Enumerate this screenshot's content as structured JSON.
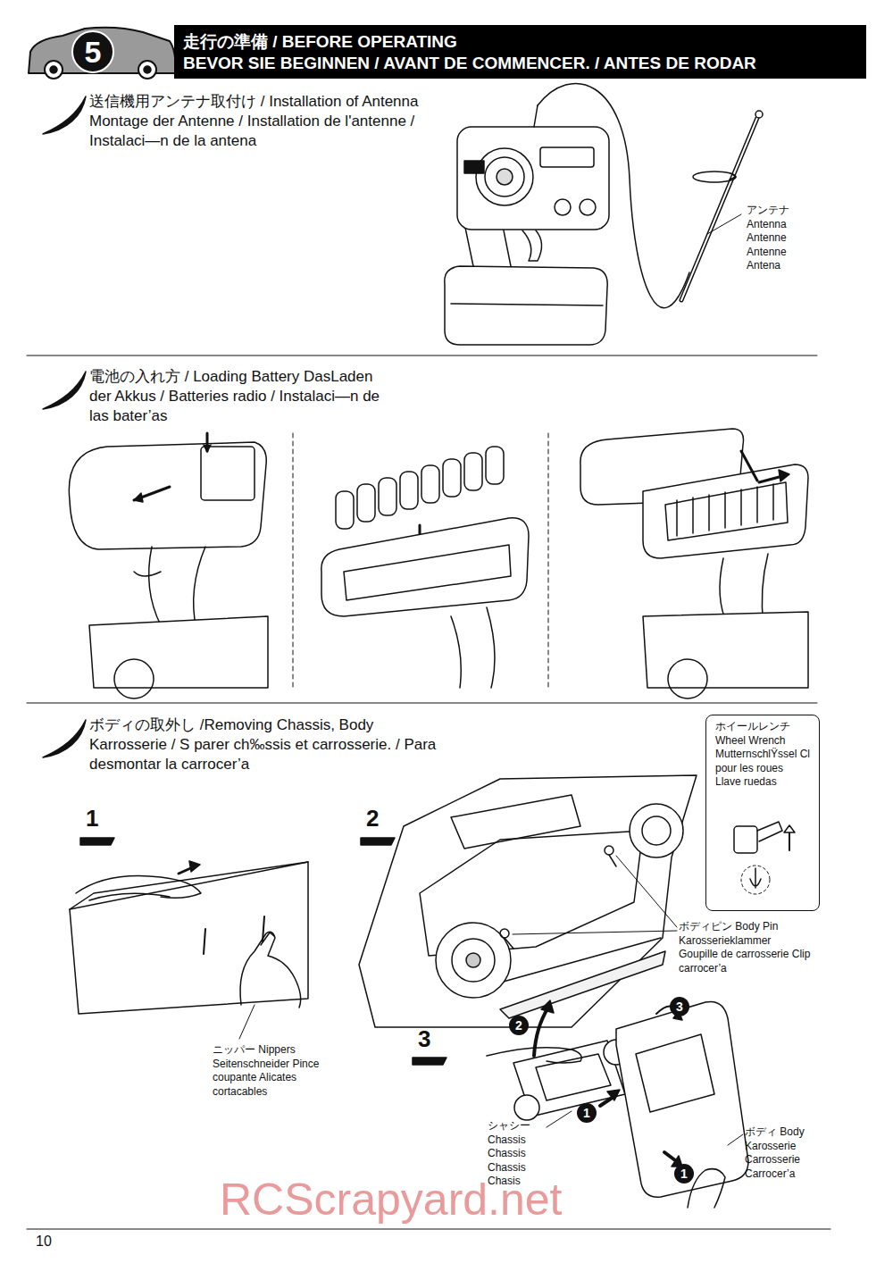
{
  "diagram": {
    "nodes": [
      {
        "text": [
          "走行の準備 / BEFORE OPERATING",
          "BEVOR SIE BEGINNEN / AVANT DE COMMENCER. / ANTES DE RODAR"
        ]
      },
      {
        "text": [
          "5"
        ],
        "in": 0
      },
      {
        "text": [
          "ホイールレンチ Wheel Wrench MutternschlŸssel Cl pour les roues Llave ruedas"
        ]
      }
    ],
    "labels": [
      "送信機用アンテナ取付け / Installation of Antenna Montage der Antenne / Installation de l'antenne / Instalaci—n de la antena",
      "アンテナ Antenna Antenne Antenne Antena",
      "電池の入れ方 / Loading Battery DasLaden der Akkus / Batteries radio / Instalaci—n de las bater’as",
      "ボディの取外し /Removing Chassis, Body Karrosserie / S parer ch‰ssis et carrosserie. / Para desmontar la carrocer’a",
      "1",
      "2",
      "3",
      "ニッパー Nippers Seitenschneider Pince coupante Alicates cortacables",
      "ボディピン Body Pin Karosserieklammer Goupille de carrosserie Clip carrocer’a",
      "2",
      "3",
      "1",
      "1",
      "シャシー Chassis Chassis Chassis Chasis",
      "ボディ Body Karosserie Carrosserie Carrocer’a",
      "10",
      "RCScrapyard.net"
    ]
  }
}
